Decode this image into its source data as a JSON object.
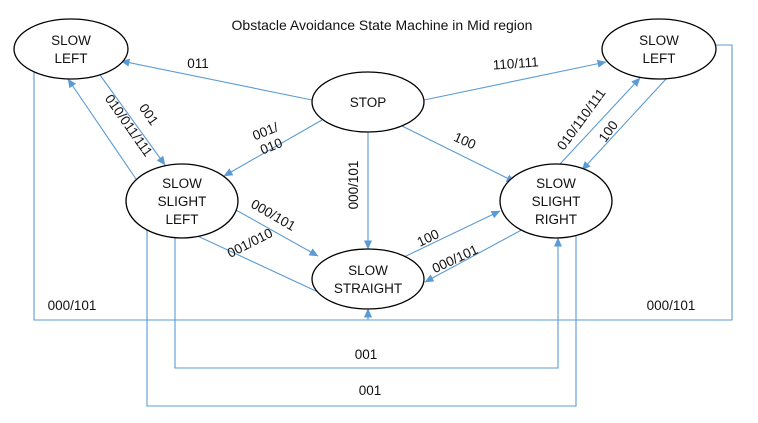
{
  "title": "Obstacle Avoidance State Machine in Mid region",
  "colors": {
    "edge": "#5b9bd5",
    "node_stroke": "#000000",
    "text": "#111111",
    "background": "#ffffff"
  },
  "nodes": [
    {
      "id": "slow-left-a",
      "lines": [
        "SLOW",
        "LEFT"
      ]
    },
    {
      "id": "stop",
      "lines": [
        "STOP"
      ]
    },
    {
      "id": "slow-left-b",
      "lines": [
        "SLOW",
        "LEFT"
      ]
    },
    {
      "id": "slow-slight-left",
      "lines": [
        "SLOW",
        "SLIGHT",
        "LEFT"
      ]
    },
    {
      "id": "slow-straight",
      "lines": [
        "SLOW",
        "STRAIGHT"
      ]
    },
    {
      "id": "slow-slight-right",
      "lines": [
        "SLOW",
        "SLIGHT",
        "RIGHT"
      ]
    }
  ],
  "edges": [
    {
      "id": "stop-to-slow-left-a",
      "from": "stop",
      "to": "slow-left-a",
      "label": "011"
    },
    {
      "id": "stop-to-slow-left-b",
      "from": "stop",
      "to": "slow-left-b",
      "label": "110/111"
    },
    {
      "id": "stop-to-slow-slight-left",
      "from": "stop",
      "to": "slow-slight-left",
      "label": "001/\n010"
    },
    {
      "id": "stop-to-slow-straight",
      "from": "stop",
      "to": "slow-straight",
      "label": "000/101"
    },
    {
      "id": "stop-to-slow-slight-right",
      "from": "stop",
      "to": "slow-slight-right",
      "label": "100"
    },
    {
      "id": "slow-slight-left-to-slow-left-a",
      "from": "slow-slight-left",
      "to": "slow-left-a",
      "label": "010/011/111"
    },
    {
      "id": "slow-left-a-to-slow-slight-left",
      "from": "slow-left-a",
      "to": "slow-slight-left",
      "label": "001"
    },
    {
      "id": "slow-slight-right-to-slow-left-b",
      "from": "slow-slight-right",
      "to": "slow-left-b",
      "label": "010/110/111"
    },
    {
      "id": "slow-left-b-to-slow-slight-right",
      "from": "slow-left-b",
      "to": "slow-slight-right",
      "label": "100"
    },
    {
      "id": "slow-slight-left-to-slow-straight",
      "from": "slow-slight-left",
      "to": "slow-straight",
      "label": "000/101"
    },
    {
      "id": "slow-straight-to-slow-slight-left",
      "from": "slow-straight",
      "to": "slow-slight-left",
      "label": "001/010"
    },
    {
      "id": "slow-straight-to-slow-slight-right",
      "from": "slow-straight",
      "to": "slow-slight-right",
      "label": "100"
    },
    {
      "id": "slow-slight-right-to-slow-straight",
      "from": "slow-slight-right",
      "to": "slow-straight",
      "label": "000/101"
    },
    {
      "id": "slow-left-a-to-slow-straight",
      "from": "slow-left-a",
      "to": "slow-straight",
      "label": "000/101"
    },
    {
      "id": "slow-left-b-to-slow-straight",
      "from": "slow-left-b",
      "to": "slow-straight",
      "label": "000/101"
    },
    {
      "id": "slow-slight-left-to-slow-slight-right",
      "from": "slow-slight-left",
      "to": "slow-slight-right",
      "label": "001"
    },
    {
      "id": "slow-slight-right-to-slow-slight-left",
      "from": "slow-slight-right",
      "to": "slow-slight-left",
      "label": "001"
    }
  ]
}
